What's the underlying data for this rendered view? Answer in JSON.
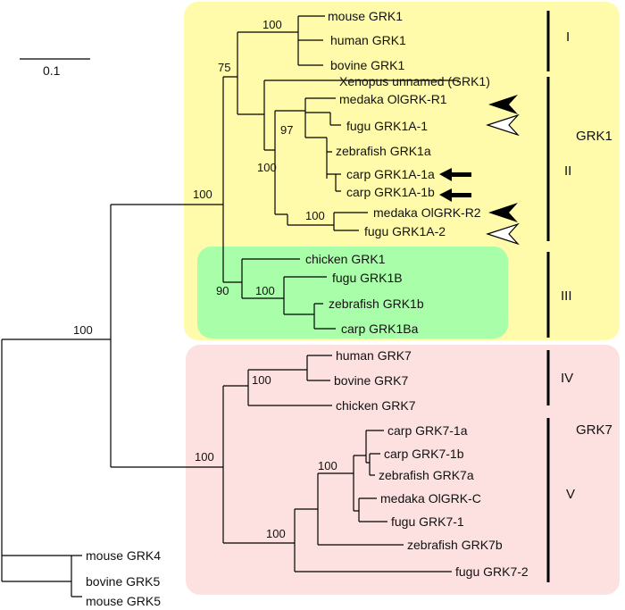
{
  "scale_label": "0.1",
  "boxes": {
    "grk1_color": "#fffbaa",
    "grk1b_color": "#a9ffa9",
    "grk7_color": "#fde0e0"
  },
  "groups": {
    "I": "I",
    "II": "II",
    "III": "III",
    "IV": "IV",
    "V": "V",
    "GRK1": "GRK1",
    "GRK7": "GRK7"
  },
  "leaves": {
    "mouse_grk1": "mouse GRK1",
    "human_grk1": "human GRK1",
    "bovine_grk1": "bovine GRK1",
    "xenopus": "Xenopus unnamed (GRK1)",
    "medaka_r1": "medaka OlGRK-R1",
    "fugu_1a1": "fugu GRK1A-1",
    "zebrafish_1a": "zebrafish GRK1a",
    "carp_1a1a": "carp GRK1A-1a",
    "carp_1a1b": "carp GRK1A-1b",
    "medaka_r2": "medaka OlGRK-R2",
    "fugu_1a2": "fugu GRK1A-2",
    "chicken_grk1": "chicken GRK1",
    "fugu_1b": "fugu GRK1B",
    "zebrafish_1b": "zebrafish GRK1b",
    "carp_1ba": "carp GRK1Ba",
    "human_grk7": "human GRK7",
    "bovine_grk7": "bovine GRK7",
    "chicken_grk7": "chicken GRK7",
    "carp_7_1a": "carp GRK7-1a",
    "carp_7_1b": "carp GRK7-1b",
    "zebrafish_7a": "zebrafish GRK7a",
    "medaka_c": "medaka OlGRK-C",
    "fugu_7_1": "fugu GRK7-1",
    "zebrafish_7b": "zebrafish GRK7b",
    "fugu_7_2": "fugu GRK7-2",
    "mouse_grk4": "mouse GRK4",
    "bovine_grk5": "bovine GRK5",
    "mouse_grk5": "mouse GRK5"
  },
  "bootstrap": {
    "root_grk1_7": "100",
    "grk1_7_split": "100",
    "grk1_group1": "100",
    "grk1_75": "75",
    "grk1_97": "97",
    "grk1_100a": "100",
    "grk1_100b": "100",
    "grk1b_90": "90",
    "grk1b_100": "100",
    "grk7_iv": "100",
    "grk7_root": "100",
    "grk7_v_inner": "100",
    "grk7_v": "100"
  },
  "markers": [
    {
      "leaf": "medaka OlGRK-R1",
      "marker": "filled-arrowhead-icon"
    },
    {
      "leaf": "fugu GRK1A-1",
      "marker": "open-arrowhead-icon"
    },
    {
      "leaf": "carp GRK1A-1a",
      "marker": "arrow-icon"
    },
    {
      "leaf": "carp GRK1A-1b",
      "marker": "arrow-icon"
    },
    {
      "leaf": "medaka OlGRK-R2",
      "marker": "filled-arrowhead-icon"
    },
    {
      "leaf": "fugu GRK1A-2",
      "marker": "open-arrowhead-icon"
    }
  ]
}
